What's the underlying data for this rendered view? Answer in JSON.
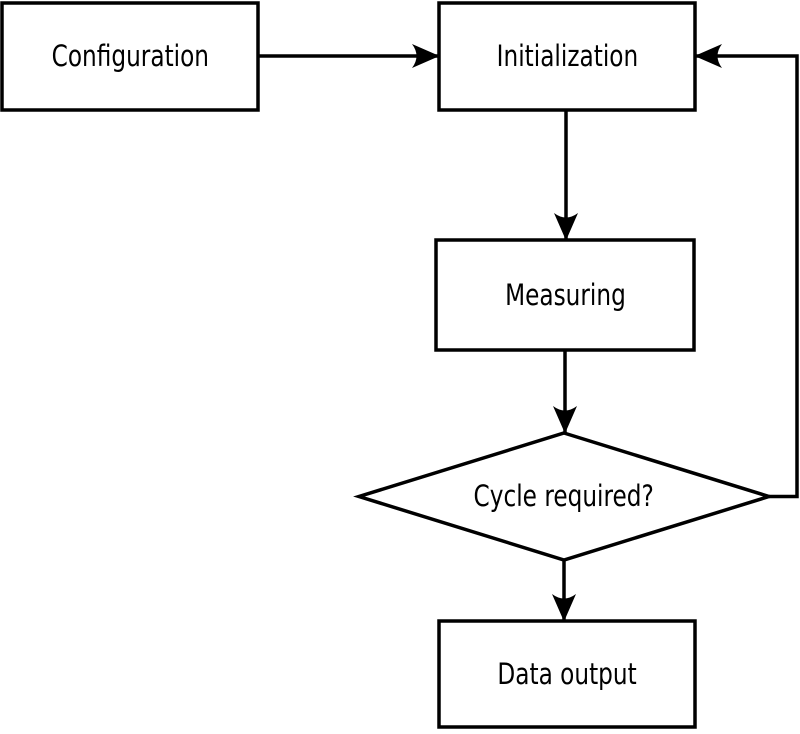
{
  "diagram": {
    "type": "flowchart",
    "colors": {
      "background": "#ffffff",
      "stroke": "#000000",
      "node_fill": "#ffffff",
      "text": "#000000"
    },
    "nodes": [
      {
        "id": "configuration",
        "shape": "rectangle",
        "label": "Configuration"
      },
      {
        "id": "initialization",
        "shape": "rectangle",
        "label": "Initialization"
      },
      {
        "id": "measuring",
        "shape": "rectangle",
        "label": "Measuring"
      },
      {
        "id": "cycle-required",
        "shape": "diamond",
        "label": "Cycle required?"
      },
      {
        "id": "data-output",
        "shape": "rectangle",
        "label": "Data output"
      }
    ],
    "edges": [
      {
        "from": "configuration",
        "to": "initialization"
      },
      {
        "from": "initialization",
        "to": "measuring"
      },
      {
        "from": "measuring",
        "to": "cycle-required"
      },
      {
        "from": "cycle-required",
        "to": "data-output"
      },
      {
        "from": "cycle-required",
        "to": "initialization",
        "route": "right-side-loop"
      }
    ]
  }
}
